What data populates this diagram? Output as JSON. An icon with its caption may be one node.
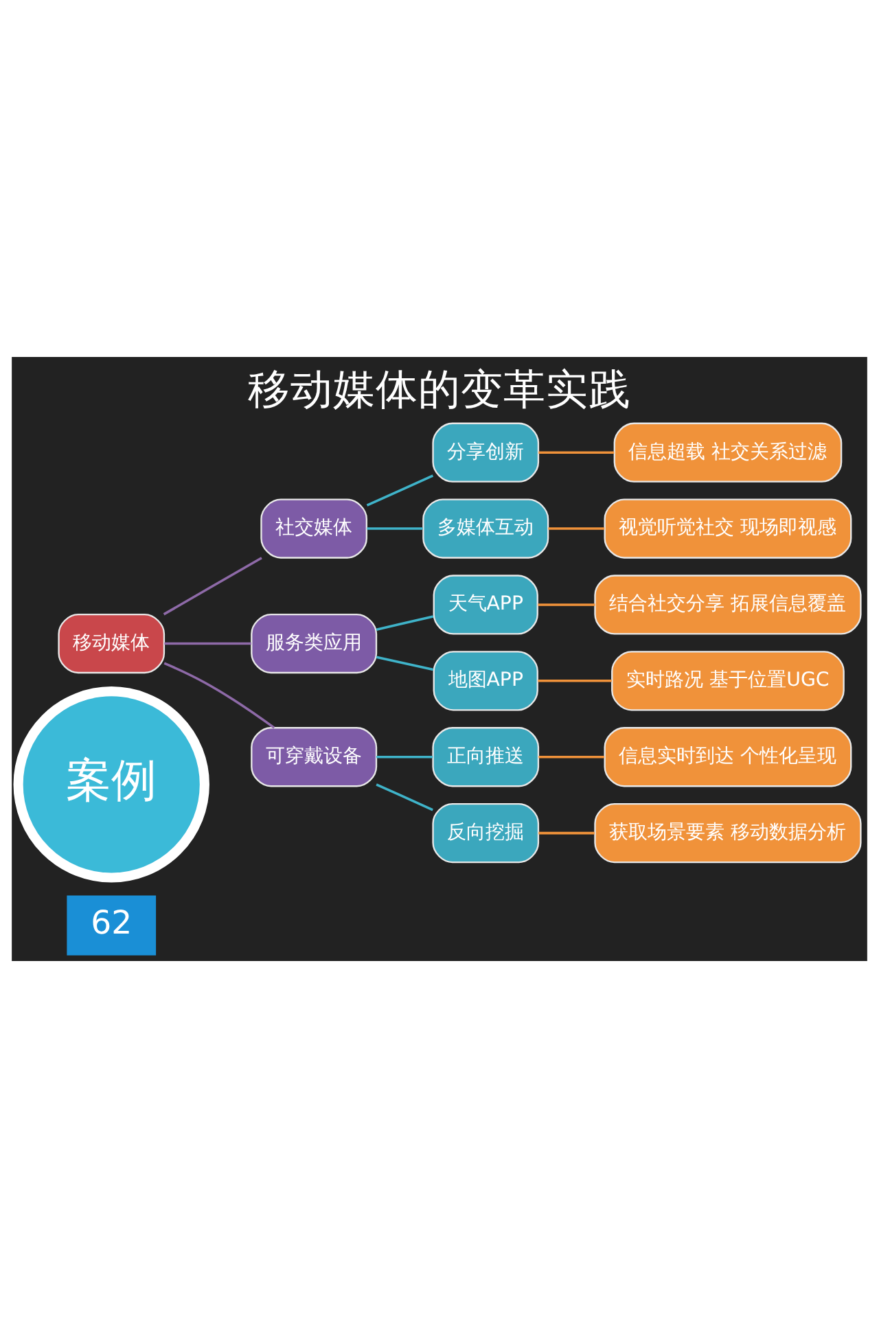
{
  "diagram": {
    "title": "移动媒体的变革实践",
    "nodes": [
      {
        "text": [
          "案例"
        ]
      },
      {
        "text": [
          "移动媒体"
        ]
      },
      {
        "text": [
          "社交媒体"
        ]
      },
      {
        "text": [
          "服务类应用"
        ]
      },
      {
        "text": [
          "可穿戴设备"
        ]
      },
      {
        "text": [
          "分享创新"
        ]
      },
      {
        "text": [
          "多媒体互动"
        ]
      },
      {
        "text": [
          "天气APP"
        ]
      },
      {
        "text": [
          "地图APP"
        ]
      },
      {
        "text": [
          "正向推送"
        ]
      },
      {
        "text": [
          "反向挖掘"
        ]
      },
      {
        "text": [
          "信息超载 社交关系过滤"
        ]
      },
      {
        "text": [
          "视觉听觉社交 现场即视感"
        ]
      },
      {
        "text": [
          "结合社交分享 拓展信息覆盖"
        ]
      },
      {
        "text": [
          "实时路况 基于位置UGC"
        ]
      },
      {
        "text": [
          "信息实时到达 个性化呈现"
        ]
      },
      {
        "text": [
          "获取场景要素 移动数据分析"
        ]
      }
    ],
    "edges": [
      {
        "from": 1,
        "to": 2,
        "arrow": "none",
        "color": "#8e6aa8"
      },
      {
        "from": 1,
        "to": 3,
        "arrow": "none",
        "color": "#8e6aa8"
      },
      {
        "from": 1,
        "to": 4,
        "arrow": "none",
        "color": "#8e6aa8"
      },
      {
        "from": 2,
        "to": 5,
        "arrow": "none",
        "color": "#3fb3c9"
      },
      {
        "from": 2,
        "to": 6,
        "arrow": "none",
        "color": "#3fb3c9"
      },
      {
        "from": 3,
        "to": 7,
        "arrow": "none",
        "color": "#3fb3c9"
      },
      {
        "from": 3,
        "to": 8,
        "arrow": "none",
        "color": "#3fb3c9"
      },
      {
        "from": 4,
        "to": 9,
        "arrow": "none",
        "color": "#3fb3c9"
      },
      {
        "from": 4,
        "to": 10,
        "arrow": "none",
        "color": "#3fb3c9"
      },
      {
        "from": 5,
        "to": 11,
        "arrow": "none",
        "color": "#f0923a"
      },
      {
        "from": 6,
        "to": 12,
        "arrow": "none",
        "color": "#f0923a"
      },
      {
        "from": 7,
        "to": 13,
        "arrow": "none",
        "color": "#f0923a"
      },
      {
        "from": 8,
        "to": 14,
        "arrow": "none",
        "color": "#f0923a"
      },
      {
        "from": 9,
        "to": 15,
        "arrow": "none",
        "color": "#f0923a"
      },
      {
        "from": 10,
        "to": 16,
        "arrow": "none",
        "color": "#f0923a"
      }
    ],
    "labels": [
      "62"
    ]
  }
}
